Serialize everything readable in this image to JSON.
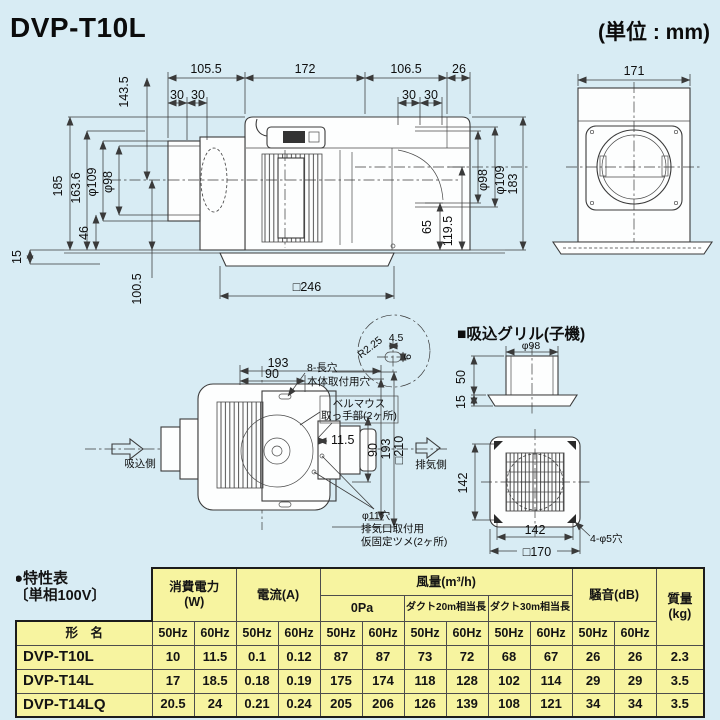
{
  "colors": {
    "page_bg": "#d8ecf4",
    "table_bg": "#f7f4a0",
    "line": "#3a3a3a",
    "outer_border": "#1c1c1c",
    "text": "#111111"
  },
  "header": {
    "model_title": "DVP-T10L",
    "unit_note": "(単位 : mm)"
  },
  "side_view": {
    "top_dims": {
      "w_left": "105.5",
      "w_mid": "172",
      "w_right": "106.5",
      "w_bracket": "26",
      "s30_l1": "30",
      "s30_l2": "30",
      "s30_r1": "30",
      "s30_r2": "30"
    },
    "left_dims": {
      "h143_5": "143.5",
      "h185": "185",
      "h163_6": "163.6",
      "phi109": "φ109",
      "phi98": "φ98",
      "h46": "46",
      "h15": "15",
      "h100_5": "100.5"
    },
    "right_dims": {
      "phi98": "φ98",
      "phi109": "φ109",
      "h183": "183",
      "h65": "65",
      "h119_5": "119.5"
    },
    "bottom_dim": "□246"
  },
  "front_view": {
    "w171": "171"
  },
  "bottom_view": {
    "suction_label": "吸込側",
    "exhaust_label": "排気側",
    "top_dims": {
      "d193": "193",
      "d90": "90"
    },
    "right_dims": {
      "d11_5": "11.5",
      "d90": "90",
      "d193": "193",
      "d210": "□210"
    },
    "slot_label1": "8-長穴",
    "slot_label2": "本体取付用穴",
    "bell_label1": "ベルマウス",
    "bell_label2": "取っ手部(2ヶ所)",
    "hole_label1": "φ11穴",
    "hole_label2": "排気口取付用",
    "hole_label3": "仮固定ツメ(2ヶ所)",
    "detail": {
      "r": "R2.25",
      "d4_5": "4.5",
      "d6": "6"
    }
  },
  "grille": {
    "title": "■吸込グリル(子機)",
    "dims": {
      "phi98": "φ98",
      "d50": "50",
      "d15": "15",
      "d142v": "142",
      "d142h": "142",
      "d170": "□170",
      "holes": "4-φ5穴"
    }
  },
  "spec_table": {
    "caption_line1": "●特性表",
    "caption_line2": "〔単相100V〕",
    "col_model": "形　名",
    "col_power": "消費電力",
    "col_power_unit": "(W)",
    "col_current": "電流(A)",
    "col_airflow": "風量(m³/h)",
    "col_0pa": "0Pa",
    "col_duct20": "ダクト20m相当長",
    "col_duct30": "ダクト30m相当長",
    "col_noise": "騒音(dB)",
    "col_mass": "質量",
    "col_mass_unit": "(kg)",
    "hz50": "50Hz",
    "hz60": "60Hz",
    "rows": [
      {
        "model": "DVP-T10L",
        "v": [
          "10",
          "11.5",
          "0.1",
          "0.12",
          "87",
          "87",
          "73",
          "72",
          "68",
          "67",
          "26",
          "26",
          "2.3"
        ]
      },
      {
        "model": "DVP-T14L",
        "v": [
          "17",
          "18.5",
          "0.18",
          "0.19",
          "175",
          "174",
          "118",
          "128",
          "102",
          "114",
          "29",
          "29",
          "3.5"
        ]
      },
      {
        "model": "DVP-T14LQ",
        "v": [
          "20.5",
          "24",
          "0.21",
          "0.24",
          "205",
          "206",
          "126",
          "139",
          "108",
          "121",
          "34",
          "34",
          "3.5"
        ]
      }
    ]
  }
}
